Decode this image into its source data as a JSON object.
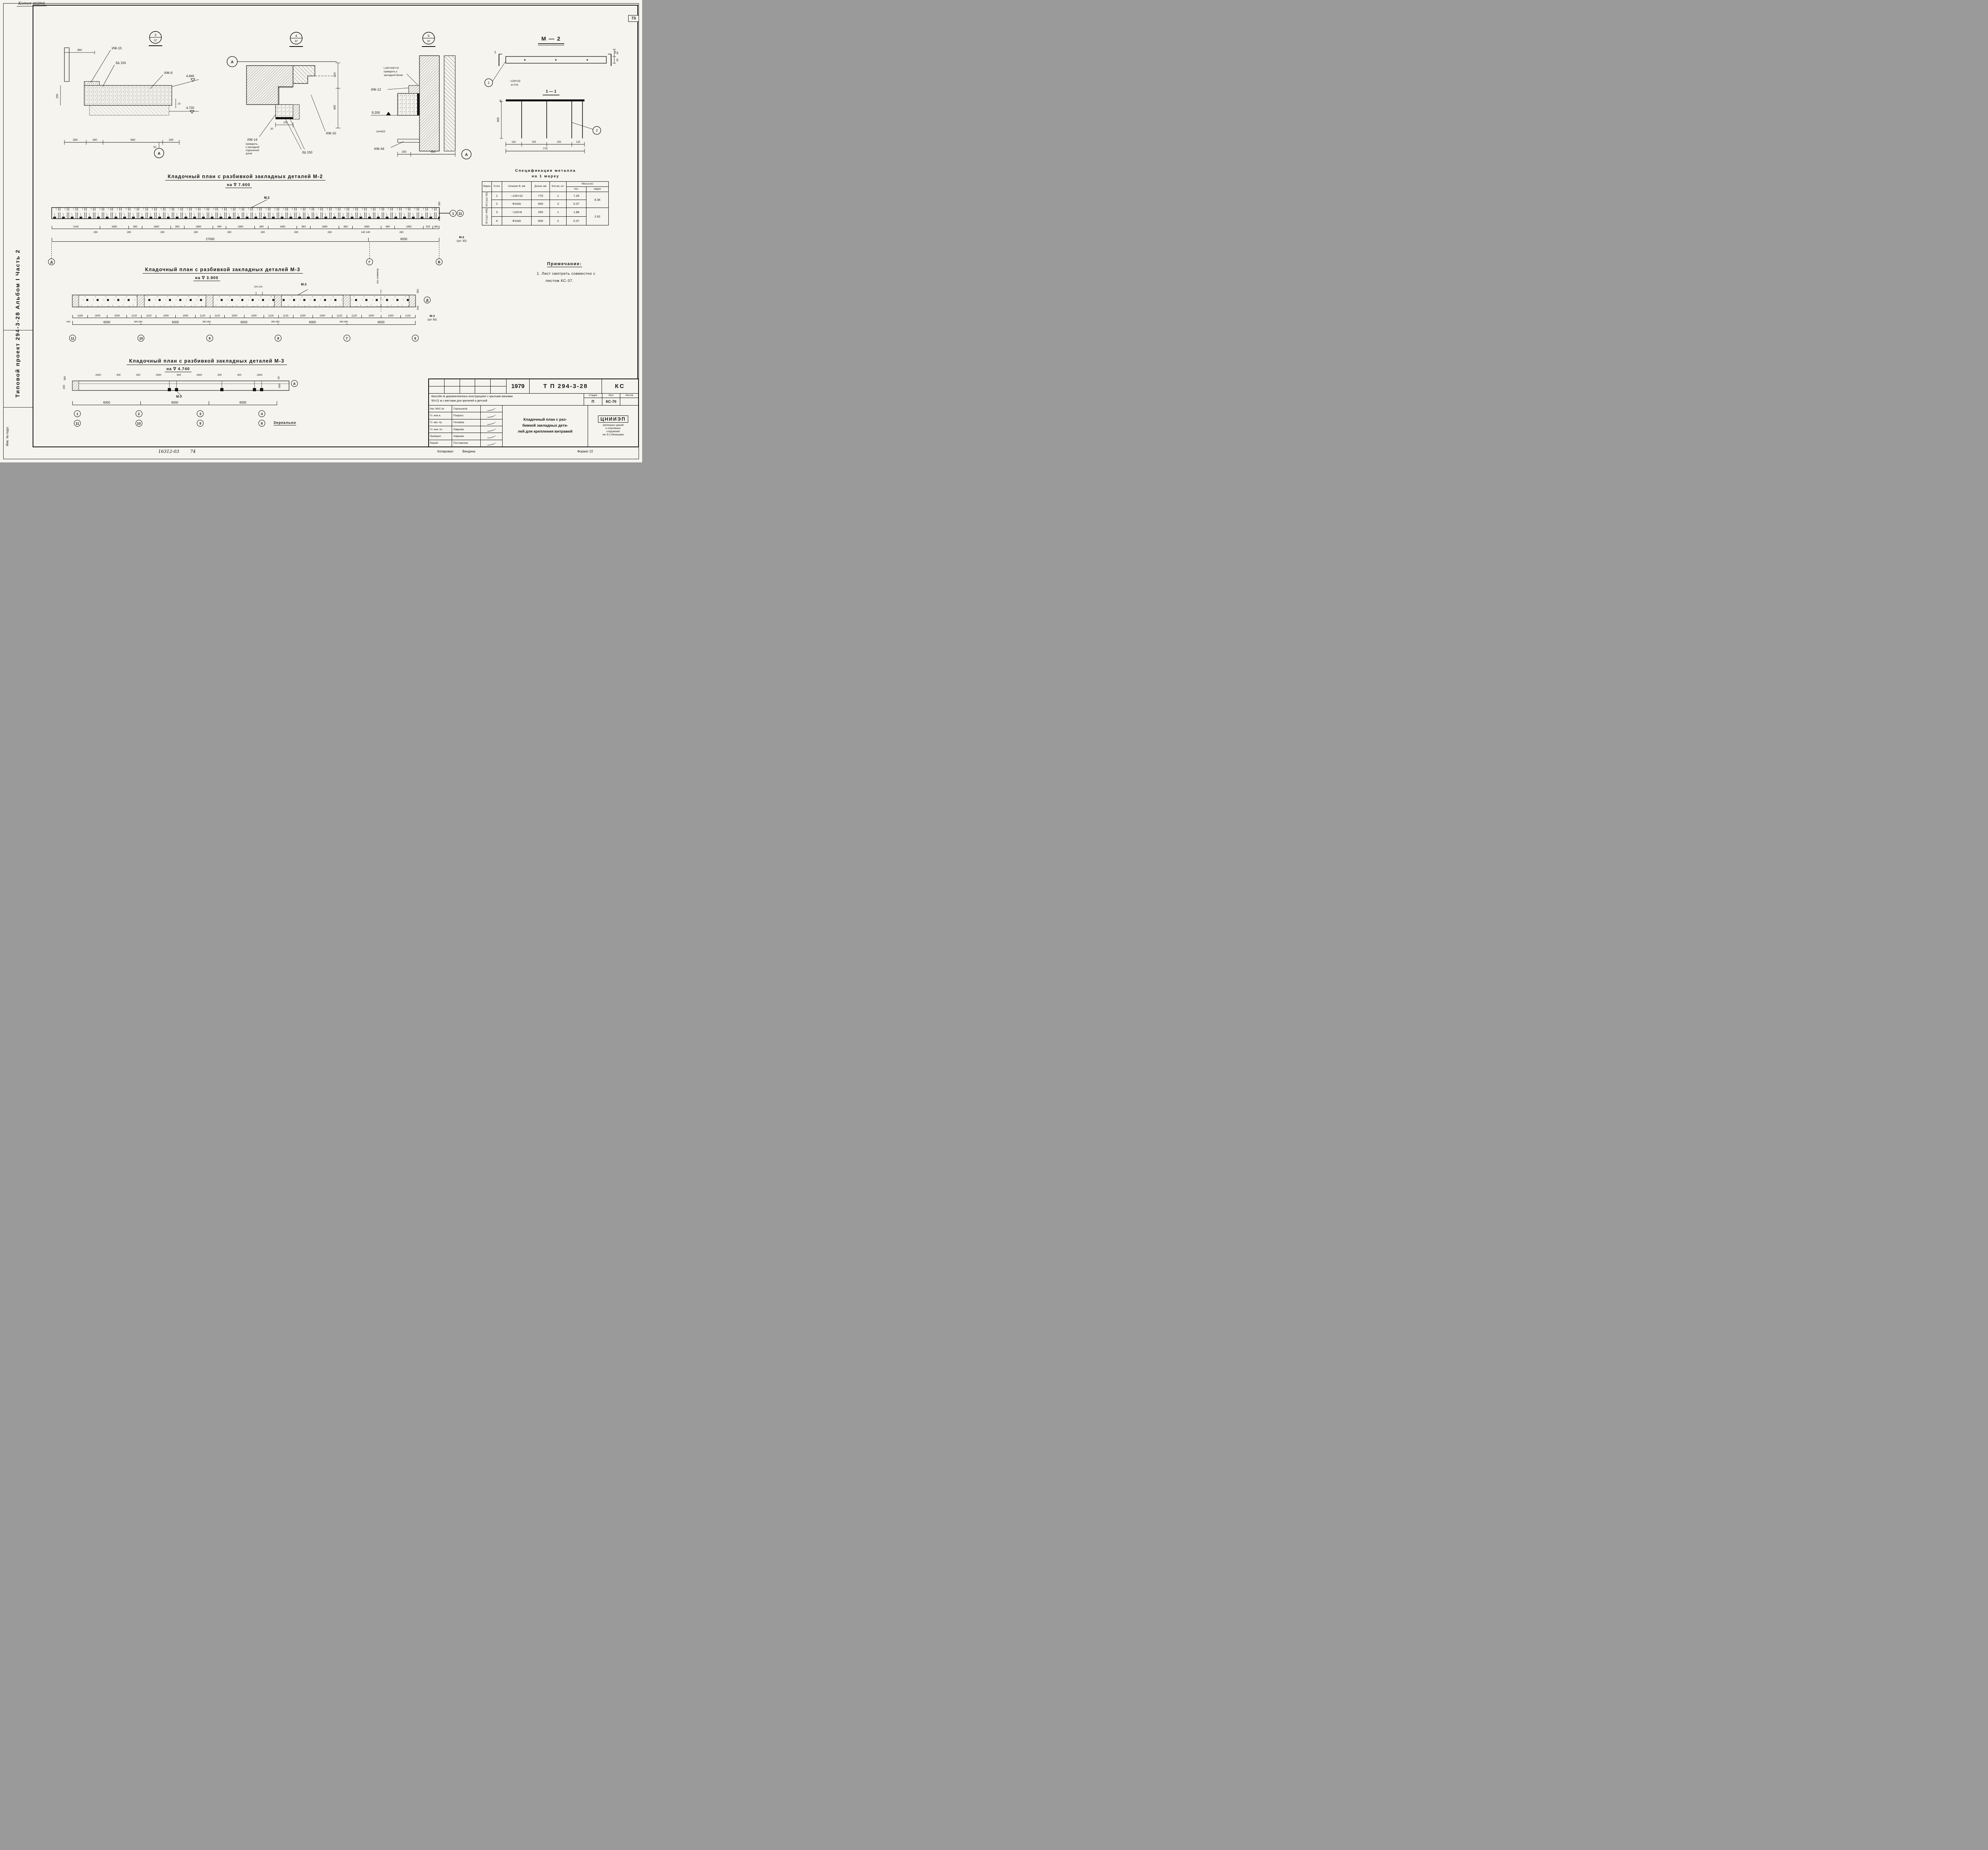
{
  "sheet": {
    "copy_note": "Копия  верна",
    "page_number": "73",
    "side_title": "Типовой        проект  294-3-28        Альбом  I        Часть  2",
    "inv_label": "Инв. № подл.",
    "doc_code": "16312-03",
    "doc_code2": "74",
    "copied_label": "Копировал",
    "copied_name": "Вендина",
    "format_label": "Формат 22"
  },
  "details": {
    "d3": {
      "ref_top": "3",
      "ref_bottom": "37",
      "izh15": "ИЖ-15",
      "weld": "б∆ 150",
      "izh9": "ИЖ-9",
      "elev_top": "4.840",
      "elev_bot": "4.720",
      "d350": "350",
      "d150": "150",
      "d20": "20",
      "d50": "50",
      "dims": [
        "200",
        "150",
        "540",
        "150"
      ],
      "marker": "А"
    },
    "d4": {
      "ref_top": "4",
      "ref_bottom": "37",
      "marker": "А",
      "izh14": "ИЖ-14",
      "note1": "приварить",
      "note2": "к закладной",
      "note3": "подоконной",
      "note4": "доски",
      "izh10": "ИЖ-10",
      "weld": "б∆ 150",
      "d310": "310",
      "d400": "400",
      "d150": "150",
      "d30": "30"
    },
    "d5": {
      "ref_top": "5",
      "ref_bottom": "37",
      "note1": "L160×440×10",
      "note2": "приварить к",
      "note3": "закладной балки",
      "izh12": "ИЖ-12",
      "izh44": "ИЖ-44",
      "elev": "9.200",
      "le": "ℓэ=410",
      "d150": "150",
      "d500": "500",
      "marker": "А"
    },
    "m2": {
      "title": "М — 2",
      "flag": "1",
      "star": "*",
      "balloon1": "1",
      "balloon2": "2",
      "plate1": "−120×10",
      "plate2": "ℓ=770",
      "section": "1 — 1",
      "d60": "60",
      "d50": "50",
      "d40": "40",
      "d600": "600",
      "dims": [
        "160",
        "255",
        "255",
        "130"
      ],
      "total": "770"
    }
  },
  "plan1": {
    "title": "Кладочный  план  с  разбивкой  закладных  деталей  М-2",
    "subtitle": "на  ∇ 7.600",
    "leader": "М-2",
    "dims": [
      "3140",
      "1860",
      "860",
      "1860",
      "860",
      "1860",
      "860",
      "1860",
      "860",
      "1860",
      "860",
      "1860",
      "860",
      "1860",
      "860",
      "1860",
      "620",
      "380"
    ],
    "subdims": [
      "280",
      "280",
      "280",
      "280",
      "280",
      "280",
      "280",
      "280",
      "140 140",
      "280"
    ],
    "totals": [
      "27000",
      "6000"
    ],
    "right_top": "280",
    "right_bot": "490",
    "balloons": [
      "1",
      "11"
    ],
    "count1": "М-2",
    "count2": "(шт. 30)",
    "markers": [
      "Д",
      "Г",
      "В"
    ]
  },
  "plan2": {
    "title": "Кладочный  план  с  разбивкой  закладных  деталей  М-3",
    "subtitle": "на  ∇ 3.900",
    "leader": "М-3",
    "axis_label": "ось симметр.",
    "top_dims": "320   320",
    "dims": [
      "1160",
      "1500",
      "1500",
      "1120",
      "1120",
      "1500",
      "1500",
      "1120",
      "1120",
      "1500",
      "1500",
      "1120",
      "1120",
      "1500",
      "1500",
      "1120",
      "1120",
      "1500",
      "1500",
      "1120"
    ],
    "bays": [
      "6000",
      "6000",
      "6000",
      "6000",
      "6000"
    ],
    "sub340": "340",
    "sub380": "380 380",
    "right_top": "350",
    "right_bot": "440",
    "right_marker": "Д",
    "count1": "М-3",
    "count2": "(шт 50)",
    "markers": [
      "11",
      "10",
      "9",
      "8",
      "7",
      "6"
    ]
  },
  "plan3": {
    "title": "Кладочный  план  с  разбивкой  закладных  деталей  М-3",
    "subtitle": "на  ∇ 4.740",
    "leader": "М-3",
    "top_dims": [
      "2400",
      "300",
      "300",
      "2400",
      "600",
      "2400",
      "300",
      "300",
      "1600"
    ],
    "bays": [
      "6000",
      "6000",
      "6000"
    ],
    "left_top": "390",
    "left_bot": "250",
    "right_top": "20",
    "right_bot": "560",
    "right_marker": "А",
    "markers_top": [
      "1",
      "2",
      "3",
      "4"
    ],
    "markers_bottom": [
      "11",
      "10",
      "9",
      "8"
    ],
    "mirror": "Зеркально"
  },
  "spec": {
    "title1": "Спецификация    металла",
    "title2": "на  1  марку",
    "h_marka": "Марка",
    "h_pos": "N поз",
    "h_sect": "Сечение Ф, мм",
    "h_len": "Длина, мм",
    "h_qty": "Кол-во, шт.",
    "h_mass": "Масса (кг)",
    "h_mass_pos": "поз.",
    "h_mass_mark": "марки",
    "g1": "М-2 (шт. 60)",
    "g1_mass": "8.36",
    "g2": "М-3 (шт. 445)",
    "g2_mass": "2.62",
    "rows": [
      {
        "pos": "1",
        "sect": "−120×10",
        "len": "770",
        "qty": "1",
        "mass": "7.25"
      },
      {
        "pos": "2",
        "sect": "Ф10АI",
        "len": "600",
        "qty": "3",
        "mass": "0.37"
      },
      {
        "pos": "3",
        "sect": "−120×8",
        "len": "250",
        "qty": "1",
        "mass": "1.88"
      },
      {
        "pos": "4",
        "sect": "Ф10АI",
        "len": "600",
        "qty": "2",
        "mass": "0.37"
      }
    ]
  },
  "note": {
    "title": "Примечание:",
    "line1": "1.  Лист  смотреть  совместно  с",
    "line2": "листом   КС-37."
  },
  "titleblock": {
    "year": "1979",
    "project": "Т П 294-3-28",
    "code": "КС",
    "desc1": "Бассейн /в деревоклеенных конструкциях/ с крытыми ваннами",
    "desc2": "50×21 м с местами для зрителей и детской",
    "stage_label": "Стадия",
    "sheet_label": "Лист",
    "sheets_label": "Листов",
    "stage": "П",
    "sheet_no": "КС-70",
    "people": [
      {
        "role": "Нач. МАС.№",
        "name": "Горлышков"
      },
      {
        "role": "Гл. инж.ж.",
        "name": "Покрасс"
      },
      {
        "role": "Гл. арх. пр.",
        "name": "Гельфер"
      },
      {
        "role": "Гл. инж. по.",
        "name": "Лаврова"
      },
      {
        "role": "Проверил",
        "name": "Лаврова"
      },
      {
        "role": "Разраб.",
        "name": "Полтавская"
      }
    ],
    "title1": "Кладочный план с раз-",
    "title2": "бивкой закладных дета-",
    "title3": "лей для крепления витражей",
    "org_big": "ЦНИИЭП",
    "org1": "зрелищных зданий",
    "org2": "и спортивных",
    "org3": "сооружений",
    "org4": "им. Б.С.Мезенцева"
  }
}
